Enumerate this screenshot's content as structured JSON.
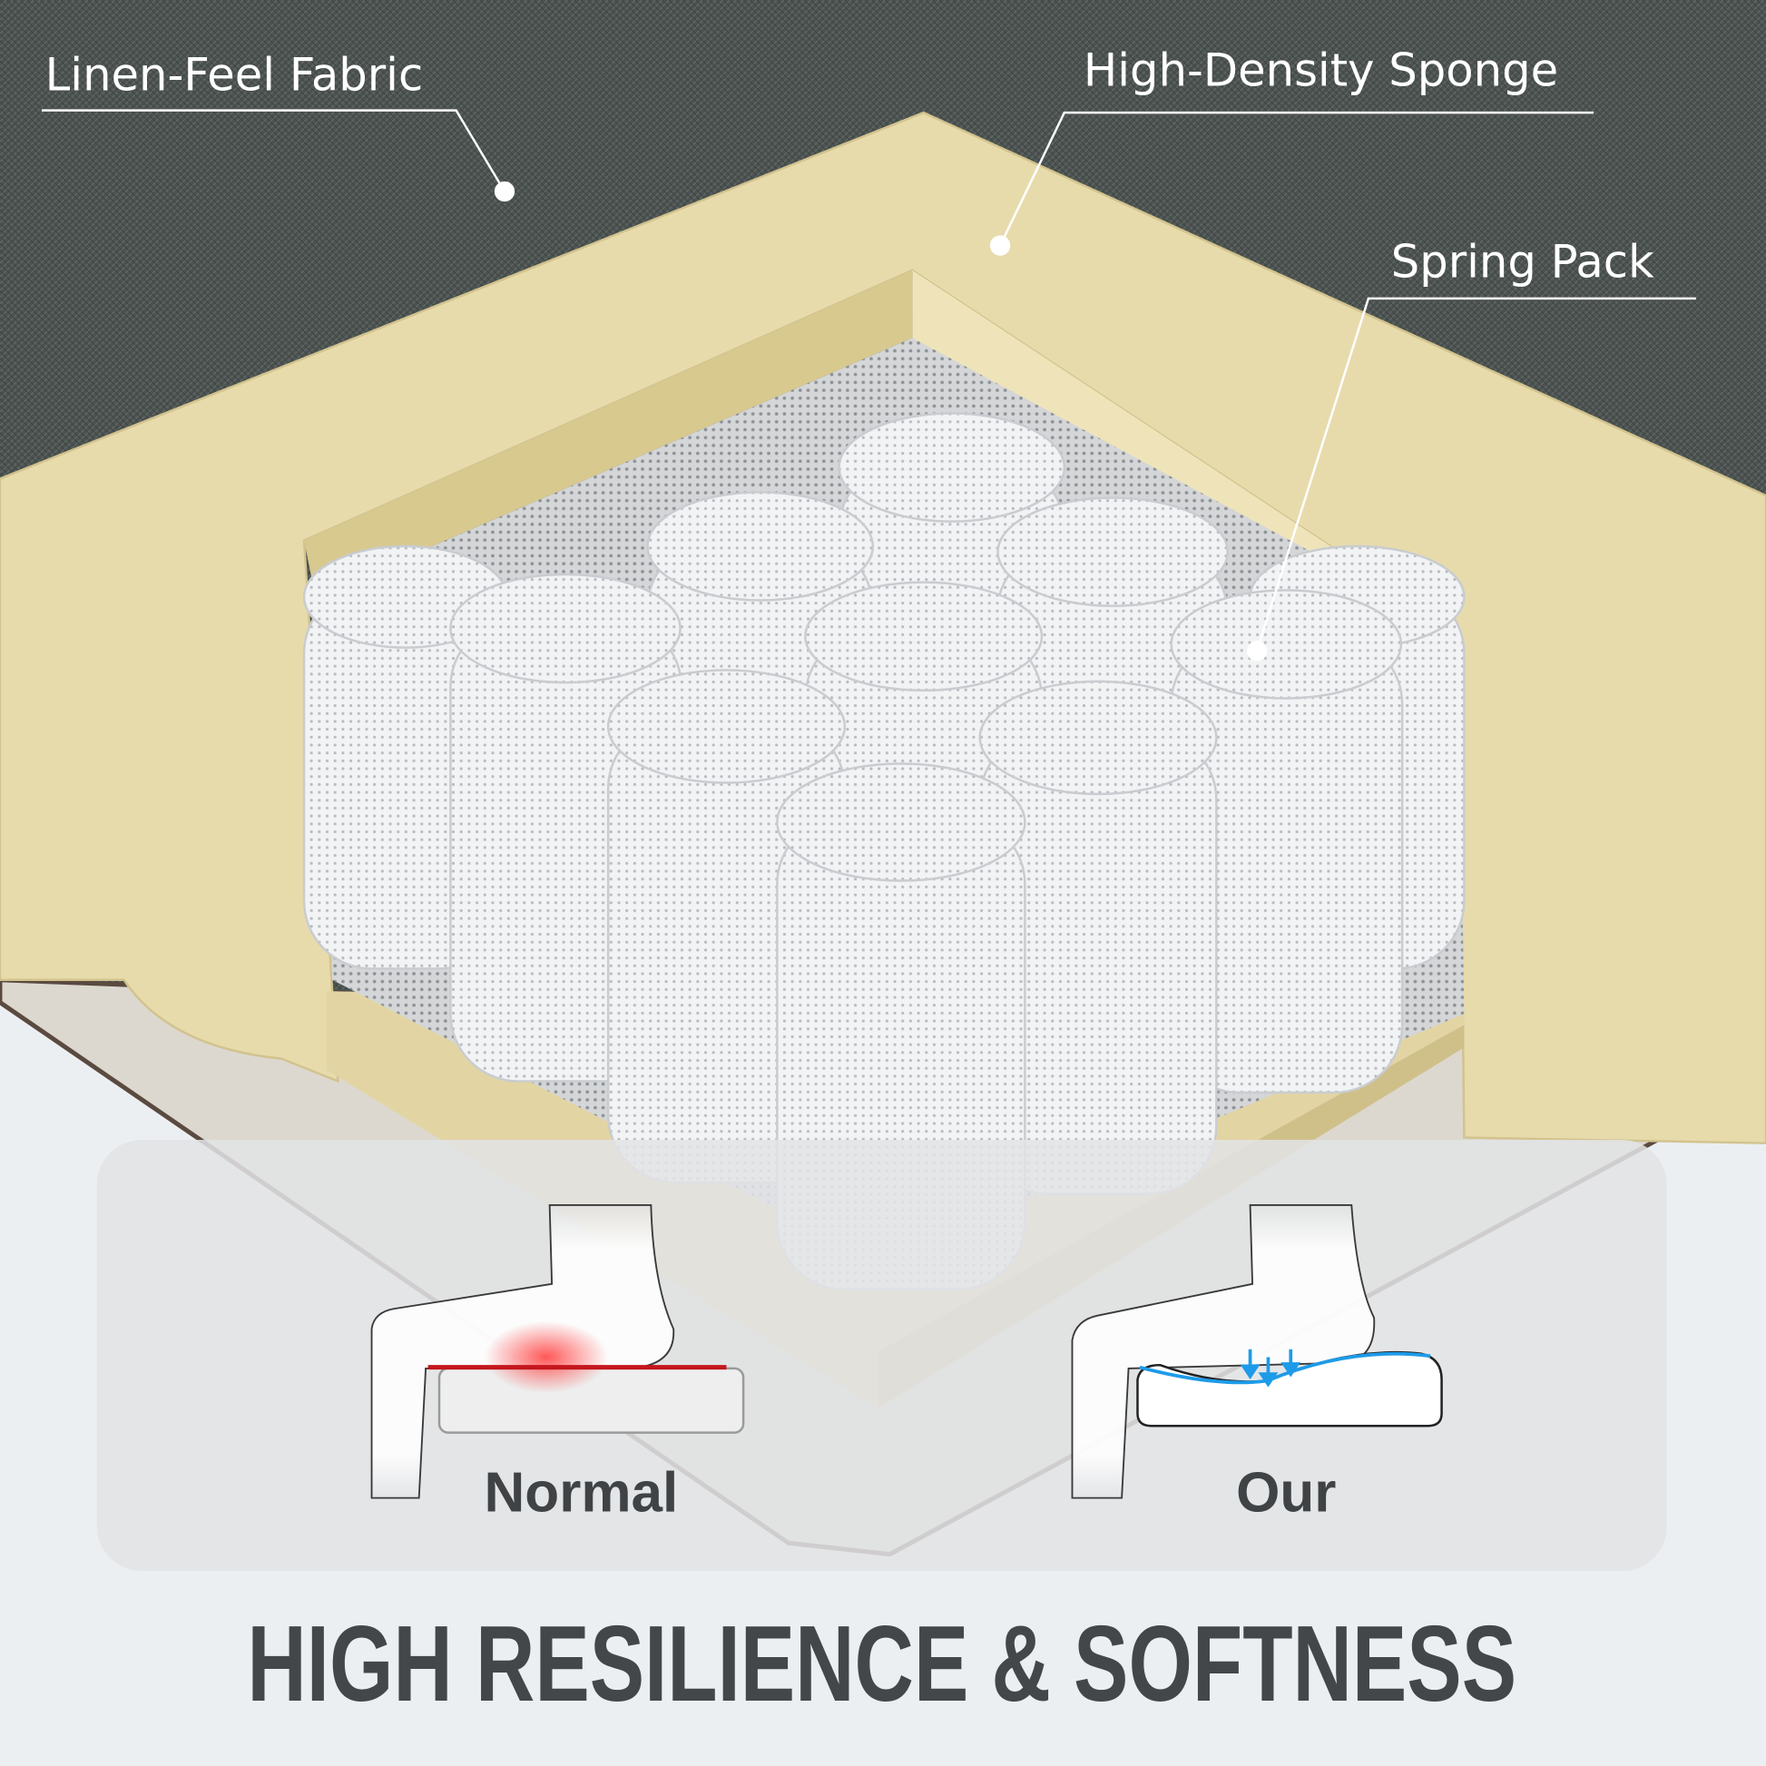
{
  "callouts": {
    "fabric": "Linen-Feel Fabric",
    "sponge": "High-Density Sponge",
    "spring": "Spring Pack"
  },
  "comparison": {
    "normal_label": "Normal",
    "our_label": "Our",
    "pressure_color": "#e0262b",
    "support_color": "#1e9be8"
  },
  "headline": "HIGH RESILIENCE & SOFTNESS",
  "colors": {
    "fabric": "#4b5250",
    "foam": "#e7dbac",
    "background": "#eceff2",
    "text": "#43474a"
  }
}
